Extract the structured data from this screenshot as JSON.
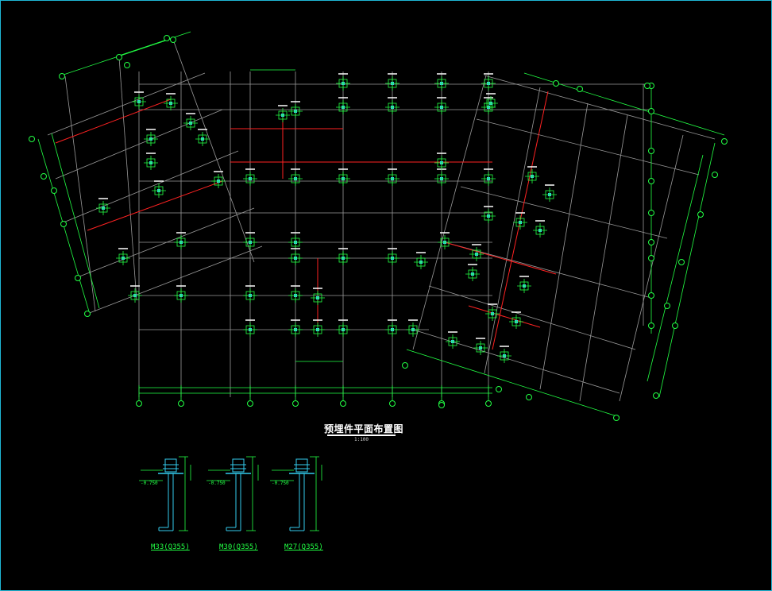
{
  "drawing": {
    "title": "预埋件平面布置图",
    "subtitle": "1:100",
    "colors": {
      "background": "#000000",
      "border": "#1fb7d6",
      "grid": "#9a9a9a",
      "dimension": "#22ff44",
      "embedded_part": "#22ff44",
      "beam_red": "#ff2222",
      "detail_cyan": "#33ccee"
    }
  },
  "anchor_details": [
    {
      "label": "M33(Q355)",
      "elevation": "-0.750"
    },
    {
      "label": "M30(Q355)",
      "elevation": "-0.750"
    },
    {
      "label": "M27(Q355)",
      "elevation": "-0.750"
    }
  ]
}
